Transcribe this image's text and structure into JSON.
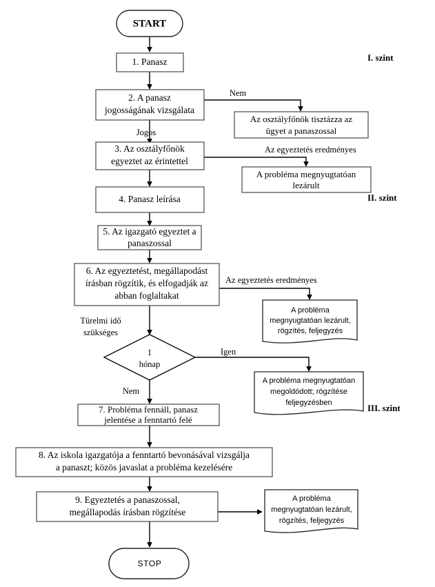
{
  "diagram": {
    "title_visible": false,
    "language": "hu",
    "nodes": {
      "start": {
        "label": "START",
        "shape": "terminator"
      },
      "n1": {
        "lines": [
          "1. Panasz"
        ],
        "shape": "process"
      },
      "n2": {
        "lines": [
          "2. A panasz",
          "jogosságának vizsgálata"
        ],
        "shape": "process"
      },
      "n3": {
        "lines": [
          "3. Az osztályfőnök",
          "egyeztet az érintettel"
        ],
        "shape": "process"
      },
      "n4": {
        "lines": [
          "4. Panasz leírása"
        ],
        "shape": "process"
      },
      "n5": {
        "lines": [
          "5. Az igazgató egyeztet a",
          "panaszossal"
        ],
        "shape": "process"
      },
      "n6": {
        "lines": [
          "6. Az egyeztetést, megállapodást",
          "írásban rögzítik, és elfogadják az",
          "abban foglaltakat"
        ],
        "shape": "process"
      },
      "n7": {
        "lines": [
          "7. Probléma fennáll, panasz",
          "jelentése a fenntartó felé"
        ],
        "shape": "process"
      },
      "n8": {
        "lines": [
          "8. Az iskola igazgatója a fenntartó bevonásával vizsgálja",
          "a panaszt; közös javaslat a probléma kezelésére"
        ],
        "shape": "process"
      },
      "n9": {
        "lines": [
          "9. Egyeztetés a panaszossal,",
          "megállapodás írásban rögzítése"
        ],
        "shape": "process"
      },
      "decision": {
        "lines": [
          "1",
          "hónap"
        ],
        "shape": "decision"
      },
      "r1": {
        "lines": [
          "Az osztályfőnök tisztázza az",
          "ügyet a panaszossal"
        ],
        "shape": "process"
      },
      "r2": {
        "lines": [
          "A probléma megnyugtatóan",
          "lezárult"
        ],
        "shape": "process"
      },
      "d1": {
        "lines": [
          "A probléma",
          "megnyugtatóan lezárult,",
          "rögzítés, feljegyzés"
        ],
        "shape": "document"
      },
      "d2": {
        "lines": [
          "A probléma megnyugtatóan",
          "megoldódott; rögzítése",
          "feljegyzésben"
        ],
        "shape": "document"
      },
      "d3": {
        "lines": [
          "A probléma",
          "megnyugtatóan lezárult,",
          "rögzítés, feljegyzés"
        ],
        "shape": "document"
      },
      "stop": {
        "label": "STOP",
        "shape": "terminator"
      }
    },
    "edge_labels": {
      "nem_top": "Nem",
      "jogos": "Jogos",
      "eredmenyes_1": "Az egyeztetés eredményes",
      "eredmenyes_2": "Az egyeztetés eredményes",
      "turelmi": [
        "Türelmi idő",
        "szükséges"
      ],
      "igen": "Igen",
      "nem_bottom": "Nem"
    },
    "levels": [
      {
        "label": "I. szint"
      },
      {
        "label": "II. szint"
      },
      {
        "label": "III. szint"
      }
    ],
    "colors": {
      "background": "#ffffff",
      "stroke": "#000000",
      "box_stroke": "#555555",
      "text": "#000000"
    }
  }
}
